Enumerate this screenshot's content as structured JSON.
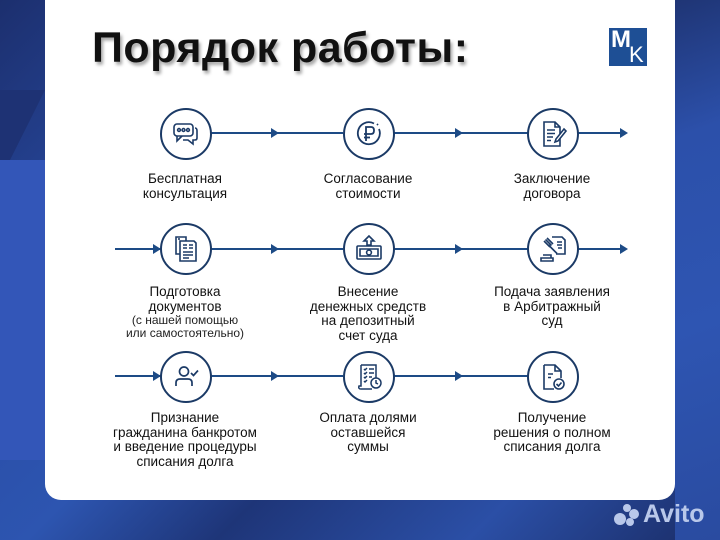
{
  "header": {
    "title": "Порядок работы:",
    "logo_letters": {
      "m": "M",
      "k": "K"
    }
  },
  "colors": {
    "accent": "#1d4b86",
    "icon_stroke": "#1b3a66",
    "background_blue": "#2d55b0",
    "logo_blue": "#1e4f95"
  },
  "steps": [
    {
      "icon": "chat-bubbles-icon",
      "label": "Бесплатная\nконсультация",
      "lines": [
        "Бесплатная",
        "консультация"
      ]
    },
    {
      "icon": "ruble-coin-icon",
      "lines": [
        "Согласование",
        "стоимости"
      ]
    },
    {
      "icon": "document-sign-icon",
      "lines": [
        "Заключение",
        "договора"
      ]
    },
    {
      "icon": "documents-stack-icon",
      "lines": [
        "Подготовка",
        "документов"
      ],
      "note": [
        "(с нашей помощью",
        "или самостоятельно)"
      ]
    },
    {
      "icon": "money-deposit-icon",
      "lines": [
        "Внесение",
        "денежных средств",
        "на депозитный",
        "счет суда"
      ]
    },
    {
      "icon": "gavel-icon",
      "lines": [
        "Подача заявления",
        "в Арбитражный",
        "суд"
      ]
    },
    {
      "icon": "user-check-icon",
      "lines": [
        "Признание",
        "гражданина банкротом",
        "и введение процедуры",
        "списания долга"
      ]
    },
    {
      "icon": "schedule-list-icon",
      "lines": [
        "Оплата долями",
        "оставшейся",
        "суммы"
      ]
    },
    {
      "icon": "document-approved-icon",
      "lines": [
        "Получение",
        "решения о полном",
        "списания долга"
      ]
    }
  ],
  "watermark": {
    "text": "Avito"
  }
}
